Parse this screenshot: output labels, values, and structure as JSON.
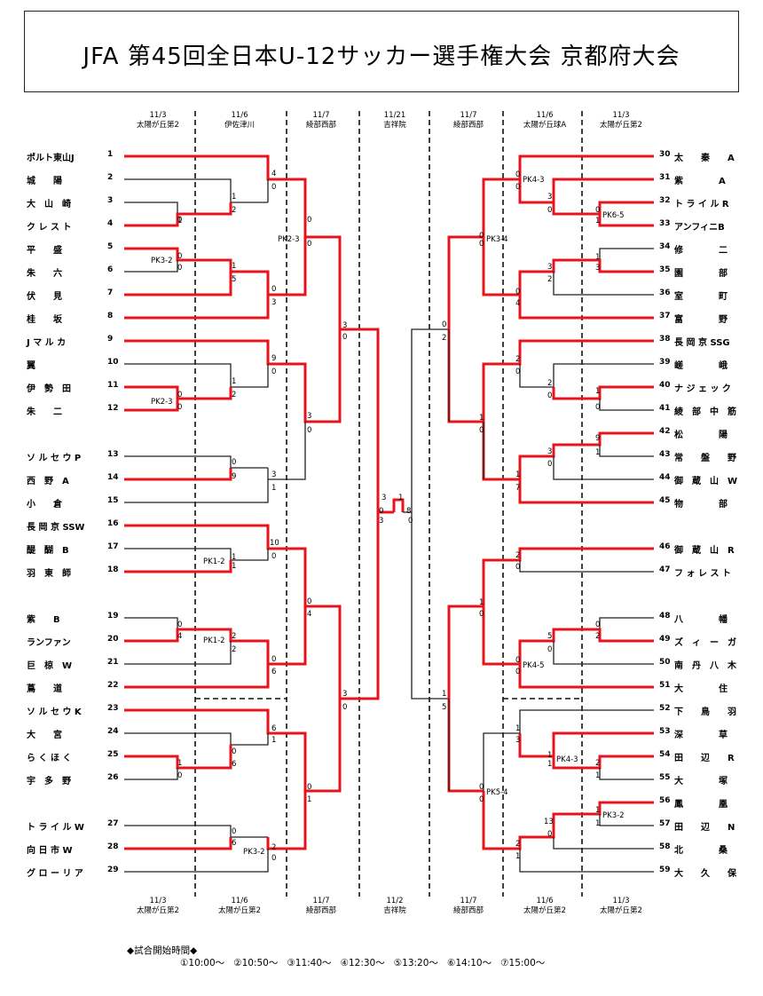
{
  "title": "JFA 第45回全日本U-12サッカー選手権大会 京都府大会",
  "schedule_title": "◆試合開始時間◆",
  "schedule_times": [
    "①10:00～",
    "②10:50～",
    "③11:40～",
    "④12:30～",
    "⑤13:20～",
    "⑥14:10～",
    "⑦15:00～"
  ],
  "columns_top": [
    {
      "date": "11/3",
      "venue": "太陽が丘第2"
    },
    {
      "date": "11/6",
      "venue": "伊佐津川"
    },
    {
      "date": "11/7",
      "venue": "綾部西部"
    },
    {
      "date": "11/21",
      "venue": "吉祥院"
    },
    {
      "date": "11/7",
      "venue": "綾部西部"
    },
    {
      "date": "11/6",
      "venue": "太陽が丘球A"
    },
    {
      "date": "11/3",
      "venue": "太陽が丘第2"
    }
  ],
  "columns_bottom": [
    {
      "date": "11/3",
      "venue": "太陽が丘第2"
    },
    {
      "date": "11/6",
      "venue": "太陽が丘第2"
    },
    {
      "date": "11/7",
      "venue": "綾部西部"
    },
    {
      "date": "11/2",
      "venue": "吉祥院"
    },
    {
      "date": "11/7",
      "venue": "綾部西部"
    },
    {
      "date": "11/6",
      "venue": "太陽が丘第2"
    },
    {
      "date": "11/3",
      "venue": "太陽が丘第2"
    }
  ],
  "left_teams": [
    {
      "no": "1",
      "name": "ポルト東山J"
    },
    {
      "no": "2",
      "name": "城　　陽"
    },
    {
      "no": "3",
      "name": "大　山　崎"
    },
    {
      "no": "4",
      "name": "ク レ ス ト"
    },
    {
      "no": "5",
      "name": "平　　盛"
    },
    {
      "no": "6",
      "name": "朱　　六"
    },
    {
      "no": "7",
      "name": "伏　　見"
    },
    {
      "no": "8",
      "name": "桂　　坂"
    },
    {
      "no": "9",
      "name": "J マ ル カ"
    },
    {
      "no": "10",
      "name": "翼"
    },
    {
      "no": "11",
      "name": "伊　勢　田"
    },
    {
      "no": "12",
      "name": "朱　　二"
    },
    {
      "no": "13",
      "name": "ソ ル セ ウ P"
    },
    {
      "no": "14",
      "name": "西　野　A"
    },
    {
      "no": "15",
      "name": "小　　倉"
    },
    {
      "no": "16",
      "name": "長 岡 京 SSW"
    },
    {
      "no": "17",
      "name": "醍　醐　B"
    },
    {
      "no": "18",
      "name": "羽　東　師"
    },
    {
      "no": "19",
      "name": "紫　　B"
    },
    {
      "no": "20",
      "name": "ランファン"
    },
    {
      "no": "21",
      "name": "巨　椋　W"
    },
    {
      "no": "22",
      "name": "蔦　　道"
    },
    {
      "no": "23",
      "name": "ソ ル セ ウ K"
    },
    {
      "no": "24",
      "name": "大　　宮"
    },
    {
      "no": "25",
      "name": "ら く ほ く"
    },
    {
      "no": "26",
      "name": "宇　多　野"
    },
    {
      "no": "27",
      "name": "ト ラ イ ル W"
    },
    {
      "no": "28",
      "name": "向 日 市 W"
    },
    {
      "no": "29",
      "name": "グ ロ ー リ ア"
    }
  ],
  "right_teams": [
    {
      "no": "30",
      "name": "太　　秦　　A"
    },
    {
      "no": "31",
      "name": "紫　　　　A"
    },
    {
      "no": "32",
      "name": "ト ラ イ ル R"
    },
    {
      "no": "33",
      "name": "アンフィニB"
    },
    {
      "no": "34",
      "name": "修　　　　二"
    },
    {
      "no": "35",
      "name": "園　　　　部"
    },
    {
      "no": "36",
      "name": "室　　　　町"
    },
    {
      "no": "37",
      "name": "富　　　　野"
    },
    {
      "no": "38",
      "name": "長 岡 京 SSG"
    },
    {
      "no": "39",
      "name": "嵯　　　　峨"
    },
    {
      "no": "40",
      "name": "ナ ジ ェ ッ ク"
    },
    {
      "no": "41",
      "name": "綾　部　中　筋"
    },
    {
      "no": "42",
      "name": "松　　　　陽"
    },
    {
      "no": "43",
      "name": "常　　盤　　野"
    },
    {
      "no": "44",
      "name": "御　蔵　山　W"
    },
    {
      "no": "45",
      "name": "物　　　　部"
    },
    {
      "no": "46",
      "name": "御　蔵　山　R"
    },
    {
      "no": "47",
      "name": "フ ォ レ ス ト"
    },
    {
      "no": "48",
      "name": "八　　　　幡"
    },
    {
      "no": "49",
      "name": "ズ　ィ　ー　ガ"
    },
    {
      "no": "50",
      "name": "南　丹　八　木"
    },
    {
      "no": "51",
      "name": "大　　　　住"
    },
    {
      "no": "52",
      "name": "下　　鳥　　羽"
    },
    {
      "no": "53",
      "name": "深　　　　草"
    },
    {
      "no": "54",
      "name": "田　　辺　　R"
    },
    {
      "no": "55",
      "name": "大　　　　塚"
    },
    {
      "no": "56",
      "name": "鳳　　　　凰"
    },
    {
      "no": "57",
      "name": "田　　辺　　N"
    },
    {
      "no": "58",
      "name": "北　　　　桑"
    },
    {
      "no": "59",
      "name": "大　　久　　保"
    }
  ],
  "scores": [
    [
      "4",
      "306",
      "192"
    ],
    [
      "0",
      "306",
      "207"
    ],
    [
      "1",
      "261",
      "218"
    ],
    [
      "2",
      "261",
      "233"
    ],
    [
      "0",
      "200",
      "244"
    ],
    [
      "1",
      "200",
      "245"
    ],
    [
      "0",
      "200",
      "285"
    ],
    [
      "0",
      "200",
      "298"
    ],
    [
      "1",
      "261",
      "296"
    ],
    [
      "5",
      "261",
      "311"
    ],
    [
      "0",
      "306",
      "322"
    ],
    [
      "3",
      "306",
      "337"
    ],
    [
      "0",
      "346",
      "244"
    ],
    [
      "0",
      "346",
      "271"
    ],
    [
      "3",
      "386",
      "363"
    ],
    [
      "0",
      "386",
      "376"
    ],
    [
      "9",
      "306",
      "400"
    ],
    [
      "0",
      "306",
      "415"
    ],
    [
      "1",
      "261",
      "426"
    ],
    [
      "2",
      "261",
      "441"
    ],
    [
      "0",
      "200",
      "441"
    ],
    [
      "0",
      "200",
      "455"
    ],
    [
      "3",
      "346",
      "465"
    ],
    [
      "0",
      "346",
      "481"
    ],
    [
      "0",
      "261",
      "517"
    ],
    [
      "9",
      "261",
      "533"
    ],
    [
      "3",
      "306",
      "531"
    ],
    [
      "1",
      "306",
      "546"
    ],
    [
      "3",
      "430",
      "557"
    ],
    [
      "0",
      "427",
      "572"
    ],
    [
      "1",
      "449",
      "557"
    ],
    [
      "8",
      "458",
      "572"
    ],
    [
      "0",
      "460",
      "583"
    ],
    [
      "3",
      "427",
      "583"
    ],
    [
      "10",
      "304",
      "608"
    ],
    [
      "0",
      "306",
      "623"
    ],
    [
      "1",
      "261",
      "624"
    ],
    [
      "1",
      "261",
      "634"
    ],
    [
      "0",
      "346",
      "674"
    ],
    [
      "4",
      "346",
      "688"
    ],
    [
      "0",
      "200",
      "700"
    ],
    [
      "4",
      "200",
      "713"
    ],
    [
      "2",
      "261",
      "713"
    ],
    [
      "2",
      "261",
      "728"
    ],
    [
      "0",
      "306",
      "739"
    ],
    [
      "6",
      "306",
      "753"
    ],
    [
      "3",
      "386",
      "778"
    ],
    [
      "0",
      "386",
      "793"
    ],
    [
      "6",
      "306",
      "817"
    ],
    [
      "1",
      "306",
      "830"
    ],
    [
      "0",
      "261",
      "843"
    ],
    [
      "6",
      "261",
      "857"
    ],
    [
      "1",
      "200",
      "856"
    ],
    [
      "0",
      "200",
      "870"
    ],
    [
      "0",
      "346",
      "883"
    ],
    [
      "1",
      "346",
      "897"
    ],
    [
      "0",
      "261",
      "933"
    ],
    [
      "6",
      "261",
      "946"
    ],
    [
      "2",
      "306",
      "951"
    ],
    [
      "0",
      "306",
      "963"
    ],
    [
      "0",
      "581",
      "193"
    ],
    [
      "0",
      "581",
      "207"
    ],
    [
      "3",
      "617",
      "218"
    ],
    [
      "0",
      "617",
      "233"
    ],
    [
      "0",
      "671",
      "233"
    ],
    [
      "1",
      "671",
      "245"
    ],
    [
      "0",
      "540",
      "262"
    ],
    [
      "0",
      "540",
      "271"
    ],
    [
      "1",
      "671",
      "286"
    ],
    [
      "3",
      "671",
      "298"
    ],
    [
      "3",
      "617",
      "297"
    ],
    [
      "2",
      "617",
      "311"
    ],
    [
      "0",
      "581",
      "325"
    ],
    [
      "4",
      "581",
      "338"
    ],
    [
      "0",
      "498",
      "362"
    ],
    [
      "2",
      "498",
      "377"
    ],
    [
      "2",
      "581",
      "401"
    ],
    [
      "0",
      "581",
      "415"
    ],
    [
      "2",
      "617",
      "428"
    ],
    [
      "0",
      "617",
      "442"
    ],
    [
      "1",
      "671",
      "437"
    ],
    [
      "0",
      "671",
      "455"
    ],
    [
      "1",
      "540",
      "467"
    ],
    [
      "0",
      "540",
      "481"
    ],
    [
      "9",
      "671",
      "490"
    ],
    [
      "1",
      "671",
      "506"
    ],
    [
      "3",
      "617",
      "505"
    ],
    [
      "0",
      "617",
      "519"
    ],
    [
      "1",
      "581",
      "531"
    ],
    [
      "7",
      "581",
      "546"
    ],
    [
      "2",
      "581",
      "622"
    ],
    [
      "0",
      "581",
      "635"
    ],
    [
      "1",
      "540",
      "675"
    ],
    [
      "0",
      "540",
      "688"
    ],
    [
      "0",
      "671",
      "700"
    ],
    [
      "2",
      "671",
      "713"
    ],
    [
      "5",
      "617",
      "713"
    ],
    [
      "0",
      "617",
      "728"
    ],
    [
      "0",
      "581",
      "740"
    ],
    [
      "0",
      "581",
      "753"
    ],
    [
      "1",
      "498",
      "778"
    ],
    [
      "5",
      "498",
      "793"
    ],
    [
      "1",
      "581",
      "817"
    ],
    [
      "3",
      "581",
      "830"
    ],
    [
      "1",
      "617",
      "847"
    ],
    [
      "1",
      "617",
      "857"
    ],
    [
      "2",
      "671",
      "856"
    ],
    [
      "1",
      "671",
      "870"
    ],
    [
      "0",
      "540",
      "883"
    ],
    [
      "0",
      "540",
      "897"
    ],
    [
      "13",
      "613",
      "922"
    ],
    [
      "0",
      "617",
      "936"
    ],
    [
      "1",
      "671",
      "909"
    ],
    [
      "1",
      "671",
      "924"
    ],
    [
      "2",
      "581",
      "947"
    ],
    [
      "1",
      "581",
      "961"
    ]
  ],
  "pks": [
    [
      "PK3-2",
      "170",
      "290"
    ],
    [
      "PK2-3",
      "170",
      "449"
    ],
    [
      "PK2-3",
      "313",
      "266"
    ],
    [
      "PK1-2",
      "229",
      "629"
    ],
    [
      "PK1-2",
      "229",
      "718"
    ],
    [
      "PK3-2",
      "274",
      "956"
    ],
    [
      "PK4-3",
      "589",
      "199"
    ],
    [
      "PK6-5",
      "679",
      "239"
    ],
    [
      "PK3-4",
      "548",
      "266"
    ],
    [
      "PK4-5",
      "589",
      "746"
    ],
    [
      "PK4-3",
      "627",
      "852"
    ],
    [
      "PK5-4",
      "548",
      "889"
    ],
    [
      "PK3-2",
      "679",
      "915"
    ]
  ]
}
